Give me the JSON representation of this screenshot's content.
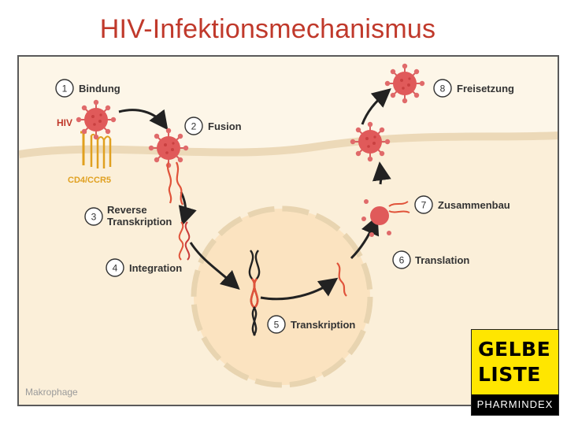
{
  "title": "HIV-Infektionsmechanismus",
  "cell_label": "Makrophage",
  "virus_label": "HIV",
  "receptor_label": "CD4/CCR5",
  "steps": [
    {
      "num": "1",
      "label": "Bindung"
    },
    {
      "num": "2",
      "label": "Fusion"
    },
    {
      "num": "3",
      "label_line1": "Reverse",
      "label_line2": "Transkription"
    },
    {
      "num": "4",
      "label": "Integration"
    },
    {
      "num": "5",
      "label": "Transkription"
    },
    {
      "num": "6",
      "label": "Translation"
    },
    {
      "num": "7",
      "label": "Zusammenbau"
    },
    {
      "num": "8",
      "label": "Freisetzung"
    }
  ],
  "logo": {
    "line1": "GELBE",
    "line2": "LISTE",
    "bar": "PHARMINDEX"
  },
  "colors": {
    "title": "#c0392b",
    "virus": "#e05a5a",
    "virus_dark": "#c94040",
    "membrane": "#ecd9b8",
    "cytoplasm": "#fdf6e8",
    "nucleus": "#fbe3c0",
    "rna": "#e0533a",
    "receptor": "#e0a020"
  }
}
